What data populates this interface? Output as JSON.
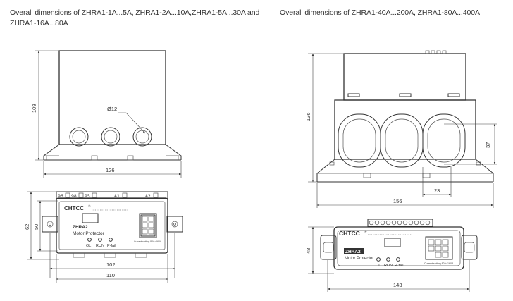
{
  "captions": {
    "left": "Overall dimensions of ZHRA1-1A...5A, ZHRA1-2A...10A,ZHRA1-5A...30A and ZHRA1-16A...80A",
    "right": "Overall dimensions of ZHRA1-40A...200A, ZHRA1-80A...400A"
  },
  "left_front": {
    "dim_height": "109",
    "dim_width": "126",
    "dim_hole": "Ø12"
  },
  "left_top": {
    "dim_height_outer": "62",
    "dim_height_inner": "50",
    "dim_width_inner": "102",
    "dim_width_outer": "110",
    "brand": "CHTCC",
    "brand_mark": "®",
    "model": "ZHRA2",
    "desc": "Motor Protector",
    "leds": [
      "OL",
      "RUN",
      "P-fail"
    ],
    "terminals": [
      "96",
      "98",
      "95",
      "A1",
      "A2"
    ],
    "setting_note": "Current setting 80A~160A"
  },
  "right_front": {
    "dim_height": "136",
    "dim_width": "156",
    "dim_hole_height": "37",
    "dim_hole_offset": "23"
  },
  "right_top": {
    "dim_height": "48",
    "dim_width": "143",
    "brand": "CHTCC",
    "brand_mark": "®",
    "model": "ZHRA2",
    "desc": "Motor Protector",
    "leds": [
      "OL",
      "RUN",
      "P-fail"
    ],
    "setting_note": "Current setting 80A~160A"
  }
}
